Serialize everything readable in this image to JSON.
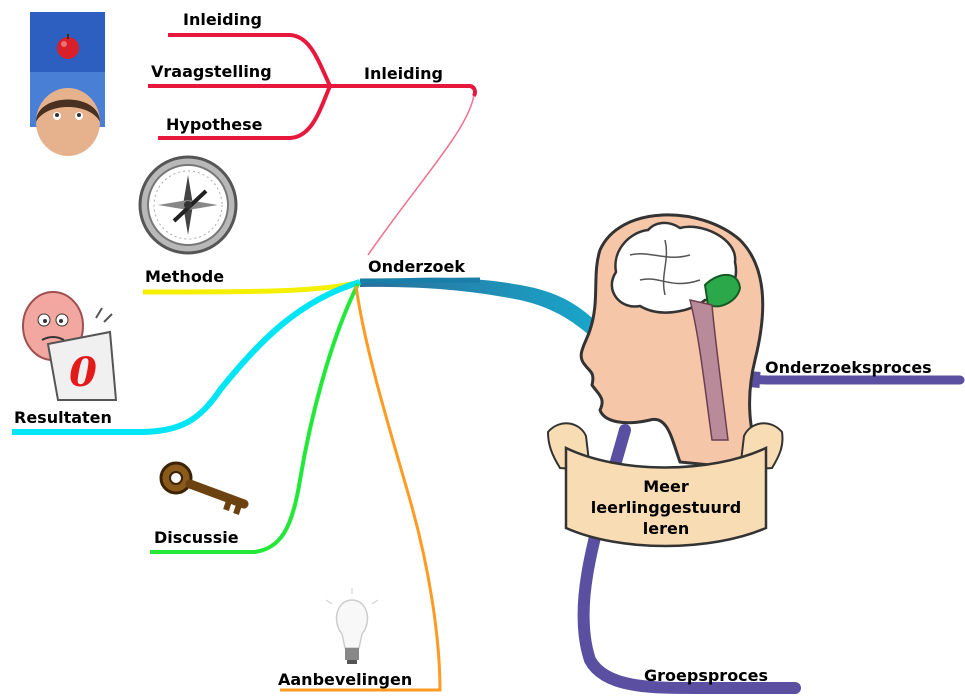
{
  "central_topic": [
    "Meer",
    "leerlinggestuurd",
    "leren"
  ],
  "branches": {
    "onderzoek": "Onderzoek",
    "onderzoeksproces": "Onderzoeksproces",
    "groepsproces": "Groepsproces"
  },
  "subbranches": {
    "inleiding_group": "Inleiding",
    "inleiding": "Inleiding",
    "vraagstelling": "Vraagstelling",
    "hypothese": "Hypothese",
    "methode": "Methode",
    "resultaten": "Resultaten",
    "discussie": "Discussie",
    "aanbevelingen": "Aanbevelingen"
  },
  "colors": {
    "inleiding": "#e8173c",
    "methode": "#f5f000",
    "resultaten": "#00e5f5",
    "discussie": "#22e83a",
    "aanbevelingen": "#ff9a22",
    "onderzoek": "#1090b8",
    "head_branches": "#5a4fa0"
  },
  "icons": {
    "inleiding": "apple-on-head-icon",
    "methode": "compass-icon",
    "resultaten": "cartoon-zero-score-icon",
    "discussie": "key-icon",
    "aanbevelingen": "light-bulb-icon",
    "central": "brain-head-icon"
  }
}
